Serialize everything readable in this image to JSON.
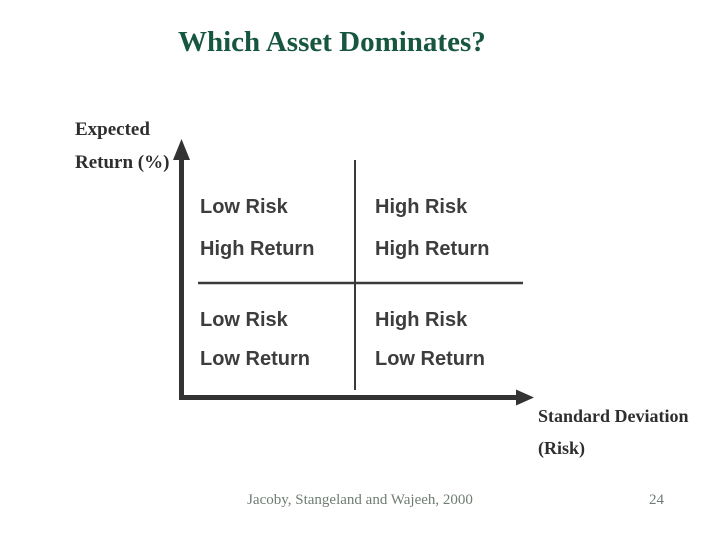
{
  "slide": {
    "title": "Which Asset Dominates?",
    "y_axis": {
      "label_line1": "Expected",
      "label_line2": "Return (%)"
    },
    "x_axis": {
      "label_line1": "Standard Deviation",
      "label_line2": "(Risk)"
    },
    "footer": {
      "citation": "Jacoby, Stangeland and Wajeeh, 2000",
      "page_number": "24"
    }
  },
  "quadrants": [
    {
      "position": "top-left",
      "line1": "Low Risk",
      "line2": "High Return"
    },
    {
      "position": "top-right",
      "line1": "High Risk",
      "line2": "High Return"
    },
    {
      "position": "bottom-left",
      "line1": "Low Risk",
      "line2": "Low Return"
    },
    {
      "position": "bottom-right",
      "line1": "High Risk",
      "line2": "Low Return"
    }
  ],
  "diagram": {
    "type": "quadrant-matrix",
    "x_dimension": "Standard Deviation (Risk)",
    "y_dimension": "Expected Return (%)",
    "rows": [
      "High Return",
      "Low Return"
    ],
    "columns": [
      "Low Risk",
      "High Risk"
    ]
  },
  "colors": {
    "title_green": "#17573f",
    "quadrant_text": "#3d3d3d",
    "axis_line": "#333333",
    "divider_line": "#3a3a3a",
    "serif_label": "#2e2e2e",
    "footer_gray": "#6f7d72",
    "background": "#ffffff"
  }
}
